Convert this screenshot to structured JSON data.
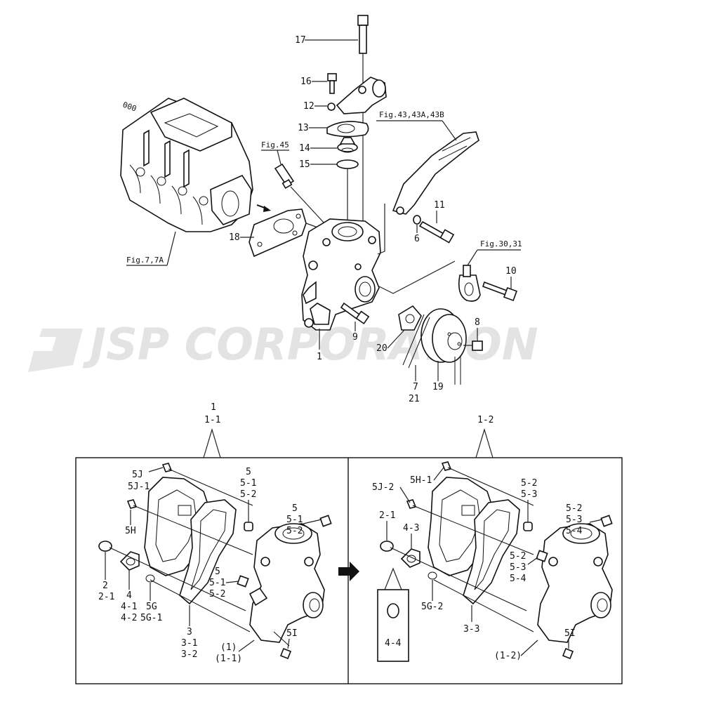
{
  "watermark": "JSP CORPORATION",
  "upper": {
    "callouts": {
      "p17": "17",
      "p16": "16",
      "p12": "12",
      "p13": "13",
      "p14": "14",
      "p15": "15",
      "p18": "18",
      "p11": "11",
      "p6": "6",
      "p10": "10",
      "p9": "9",
      "p8": "8",
      "p1": "1",
      "p20": "20",
      "p7": "7",
      "p21": "21",
      "p19": "19"
    },
    "refs": {
      "fig45": "Fig.45",
      "fig43": "Fig.43,43A,43B",
      "fig7": "Fig.7,7A",
      "fig30": "Fig.30,31"
    }
  },
  "left_panel": {
    "header": [
      "1",
      "1-1"
    ],
    "labels": {
      "l5j": [
        "5J",
        "5J-1"
      ],
      "l5h": "5H",
      "l2": [
        "2",
        "2-1"
      ],
      "l4": [
        "4",
        "4-1",
        "4-2"
      ],
      "l5g": [
        "5G",
        "5G-1"
      ],
      "l3": [
        "3",
        "3-1",
        "3-2"
      ],
      "l1": [
        "(1)",
        "(1-1)"
      ],
      "l5i": "5I",
      "l5a": [
        "5",
        "5-1",
        "5-2"
      ],
      "l5b": [
        "5",
        "5-1",
        "5-2"
      ],
      "l5c": [
        "5",
        "5-1",
        "5-2"
      ]
    }
  },
  "right_panel": {
    "header": "1-2",
    "labels": {
      "r5h": "5H-1",
      "r5j": "5J-2",
      "r2": "2-1",
      "r4": "4-3",
      "r44": "4-4",
      "r5g": "5G-2",
      "r3": "3-3",
      "r1": "(1-2)",
      "r5i": "5I",
      "r5a": [
        "5-2",
        "5-3"
      ],
      "r5b": [
        "5-2",
        "5-3",
        "5-4"
      ],
      "r5c": [
        "5-2",
        "5-3",
        "5-4"
      ]
    }
  }
}
